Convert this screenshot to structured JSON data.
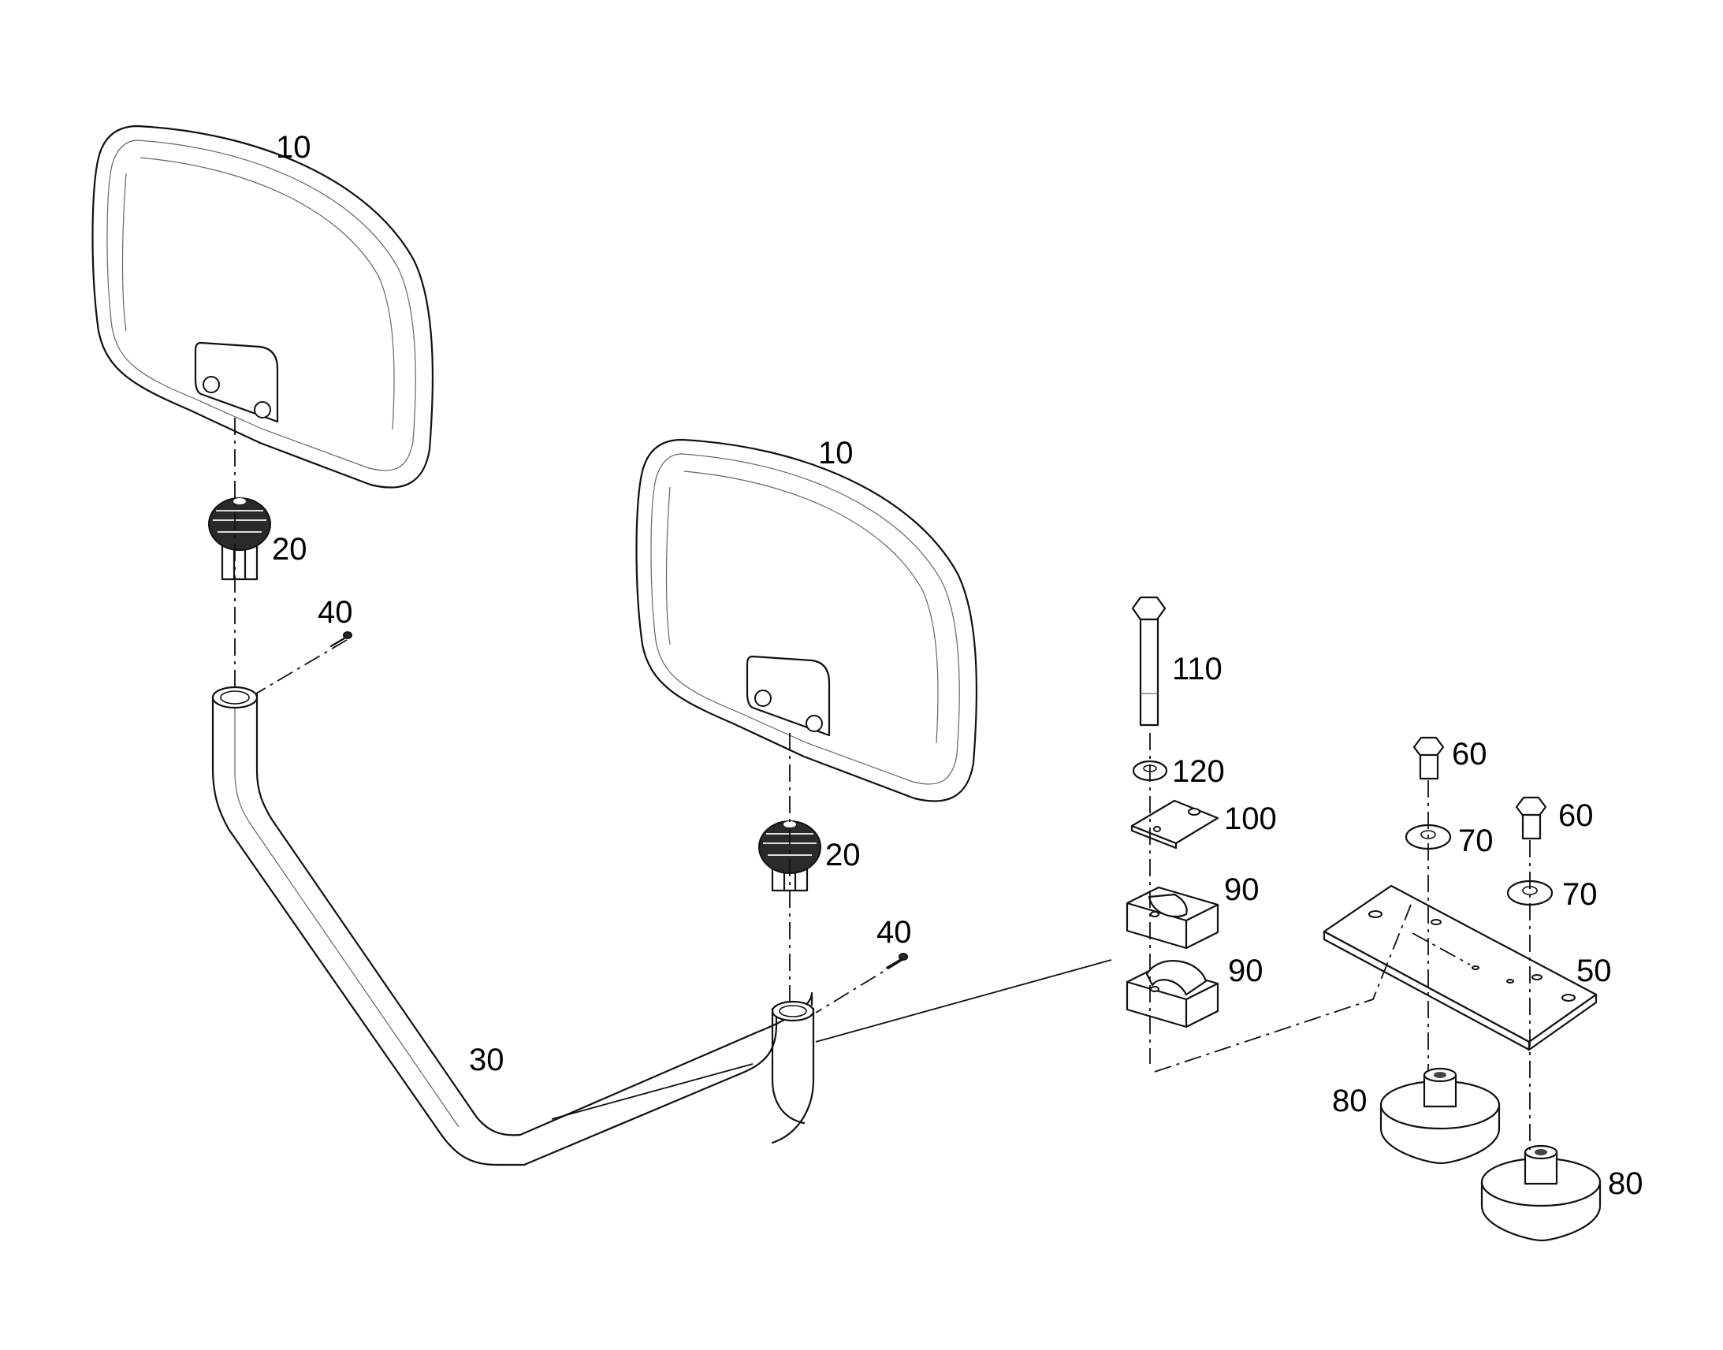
{
  "parts": [
    {
      "id": "p10a",
      "label": "10"
    },
    {
      "id": "p10b",
      "label": "10"
    },
    {
      "id": "p20a",
      "label": "20"
    },
    {
      "id": "p20b",
      "label": "20"
    },
    {
      "id": "p30",
      "label": "30"
    },
    {
      "id": "p40a",
      "label": "40"
    },
    {
      "id": "p40b",
      "label": "40"
    },
    {
      "id": "p50",
      "label": "50"
    },
    {
      "id": "p60a",
      "label": "60"
    },
    {
      "id": "p60b",
      "label": "60"
    },
    {
      "id": "p70a",
      "label": "70"
    },
    {
      "id": "p70b",
      "label": "70"
    },
    {
      "id": "p80a",
      "label": "80"
    },
    {
      "id": "p80b",
      "label": "80"
    },
    {
      "id": "p90a",
      "label": "90"
    },
    {
      "id": "p90b",
      "label": "90"
    },
    {
      "id": "p100",
      "label": "100"
    },
    {
      "id": "p110",
      "label": "110"
    },
    {
      "id": "p120",
      "label": "120"
    }
  ]
}
